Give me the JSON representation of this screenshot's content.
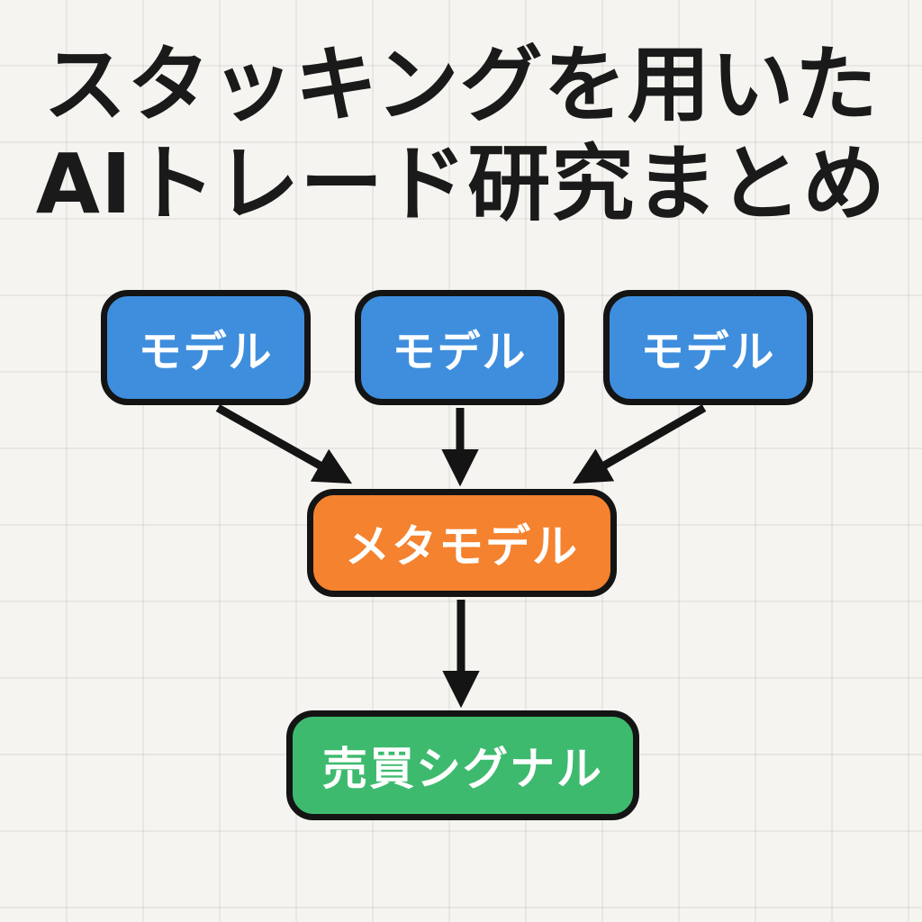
{
  "title": {
    "line1": "スタッキングを用いた",
    "line2": "AIトレード研究まとめ"
  },
  "diagram": {
    "models": [
      {
        "label": "モデル"
      },
      {
        "label": "モデル"
      },
      {
        "label": "モデル"
      }
    ],
    "meta": {
      "label": "メタモデル"
    },
    "signal": {
      "label": "売買シグナル"
    },
    "arrows": [
      "model-1-to-meta",
      "model-2-to-meta",
      "model-3-to-meta",
      "meta-to-signal"
    ]
  },
  "colors": {
    "background": "#F5F4F1",
    "grid_line": "rgba(0,0,0,0.055)",
    "model_fill": "#3E8EDD",
    "meta_fill": "#F5822E",
    "signal_fill": "#3EBA6E",
    "node_border": "#141414",
    "arrow": "#141414",
    "title_text": "#1A1A1A",
    "node_text": "#FFFFFF"
  }
}
